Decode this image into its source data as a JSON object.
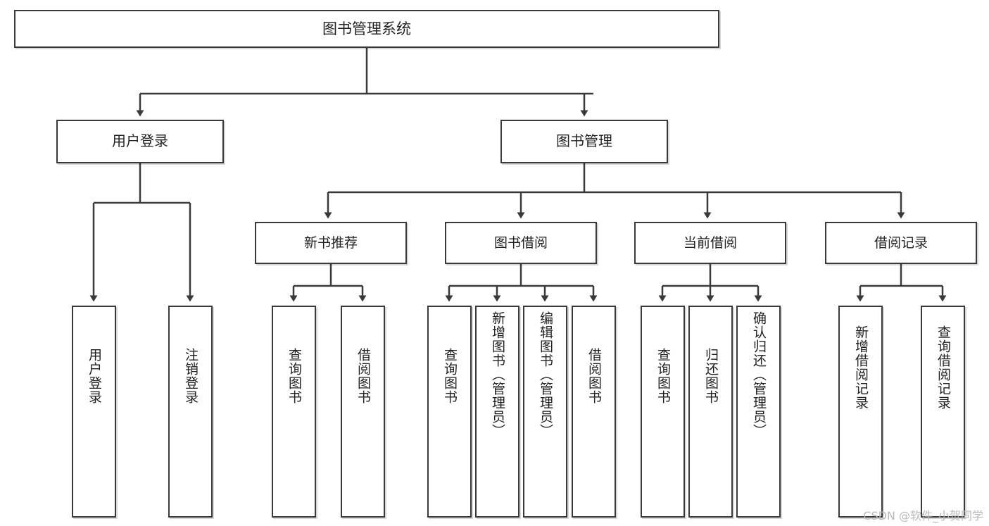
{
  "diagram": {
    "title": "图书管理系统",
    "type": "tree",
    "root": {
      "id": "root",
      "label": "图书管理系统"
    },
    "level2": [
      {
        "id": "user-login",
        "label": "用户登录"
      },
      {
        "id": "book-manage",
        "label": "图书管理"
      }
    ],
    "level3": [
      {
        "id": "new-book-rec",
        "label": "新书推荐",
        "parent": "book-manage"
      },
      {
        "id": "book-borrow",
        "label": "图书借阅",
        "parent": "book-manage"
      },
      {
        "id": "current-borrow",
        "label": "当前借阅",
        "parent": "book-manage"
      },
      {
        "id": "borrow-record",
        "label": "借阅记录",
        "parent": "book-manage"
      }
    ],
    "leaves": [
      {
        "id": "leaf-user-login",
        "label": "用户登录",
        "parent": "user-login"
      },
      {
        "id": "leaf-user-logout",
        "label": "注销登录",
        "parent": "user-login"
      },
      {
        "id": "leaf-rec-query-book",
        "label": "查询图书",
        "parent": "new-book-rec"
      },
      {
        "id": "leaf-rec-borrow-book",
        "label": "借阅图书",
        "parent": "new-book-rec"
      },
      {
        "id": "leaf-borrow-query-book",
        "label": "查询图书",
        "parent": "book-borrow"
      },
      {
        "id": "leaf-borrow-add-book",
        "label": "新增图书（管理员）",
        "parent": "book-borrow"
      },
      {
        "id": "leaf-borrow-edit-book",
        "label": "编辑图书（管理员）",
        "parent": "book-borrow"
      },
      {
        "id": "leaf-borrow-borrow-book",
        "label": "借阅图书",
        "parent": "book-borrow"
      },
      {
        "id": "leaf-current-query-book",
        "label": "查询图书",
        "parent": "current-borrow"
      },
      {
        "id": "leaf-current-return-book",
        "label": "归还图书",
        "parent": "current-borrow"
      },
      {
        "id": "leaf-current-confirm-return",
        "label": "确认归还（管理员）",
        "parent": "current-borrow"
      },
      {
        "id": "leaf-record-add",
        "label": "新增借阅记录",
        "parent": "borrow-record"
      },
      {
        "id": "leaf-record-query",
        "label": "查询借阅记录",
        "parent": "borrow-record"
      }
    ],
    "watermark": "CSDN @软件_小贺同学",
    "colors": {
      "node_border": "#3a3a3a",
      "node_fill": "#ffffff",
      "connector": "#3a3a3a",
      "text": "#222222",
      "watermark": "#b9b9b9",
      "background": "#ffffff"
    }
  }
}
